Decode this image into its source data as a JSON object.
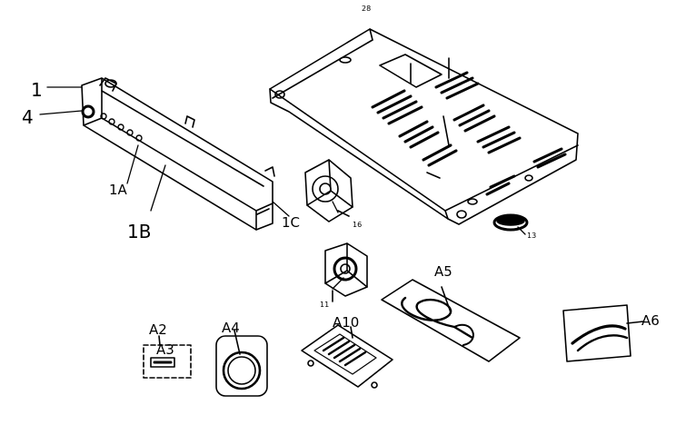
{
  "labels": {
    "cover": "28",
    "front_panel": "1",
    "knob": "4",
    "panel_1a": "1A",
    "panel_1b": "1B",
    "panel_1c": "1C",
    "fan_upper": "16",
    "foot": "13",
    "fan_lower": "11",
    "cord_a5": "A5",
    "cord_a6": "A6",
    "card_a2": "A2",
    "card_a3": "A3",
    "disc_a4": "A4",
    "bracket_a10": "A10"
  }
}
